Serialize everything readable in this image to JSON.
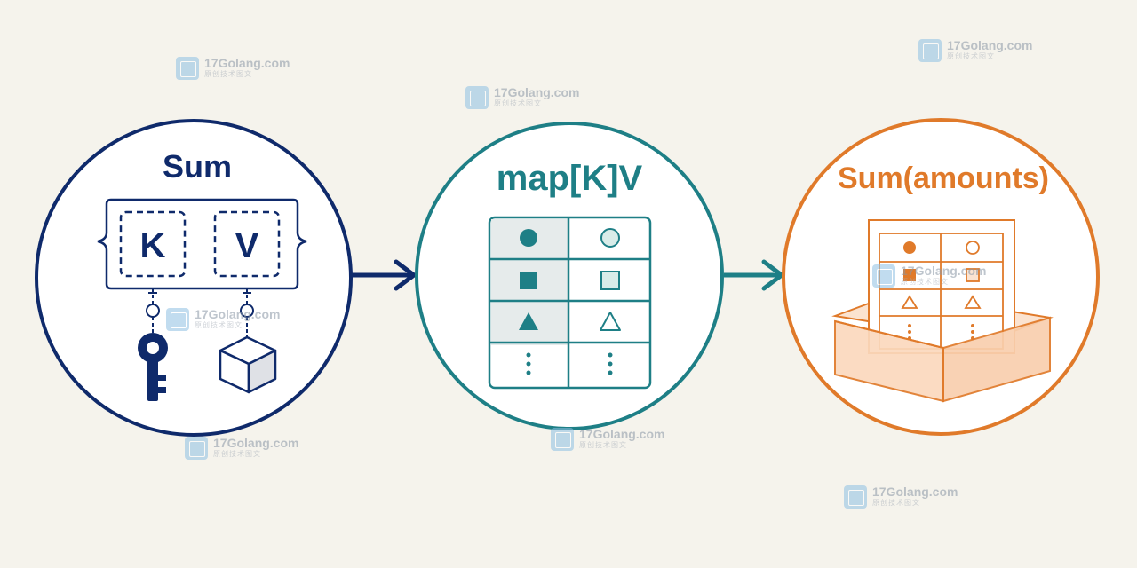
{
  "nodes": {
    "sum": {
      "title": "Sum",
      "key_label": "K",
      "value_label": "V"
    },
    "map": {
      "title": "map[K]V"
    },
    "call": {
      "title": "Sum(amounts)"
    }
  },
  "watermark": {
    "name": "17Golang.com",
    "sub": "原创技术图文"
  },
  "colors": {
    "navy": "#0f2a6b",
    "teal": "#1e7f86",
    "orange": "#e07a2a",
    "background": "#f5f3ec"
  }
}
